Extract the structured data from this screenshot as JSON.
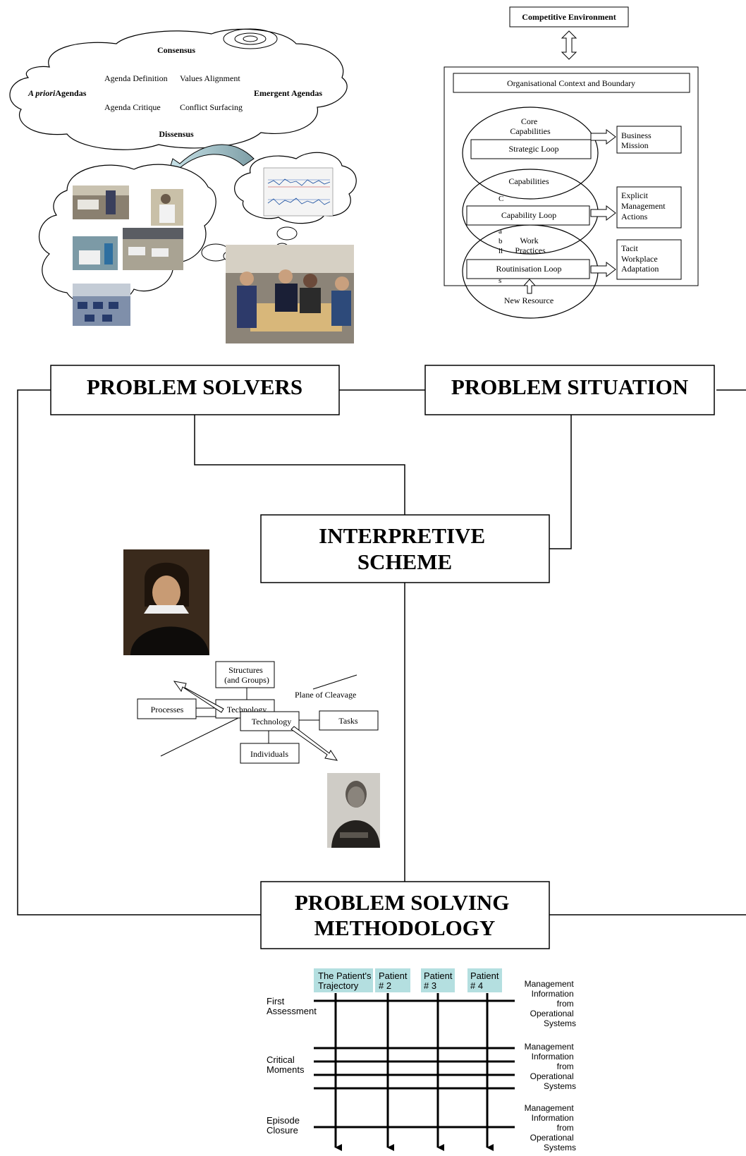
{
  "agendas": {
    "consensus": "Consensus",
    "dissensus": "Dissensus",
    "a_priori_italic": "A priori",
    "a_priori_rest": "Agendas",
    "emergent": "Emergent Agendas",
    "agenda_definition": "Agenda Definition",
    "values_alignment": "Values Alignment",
    "agenda_critique": "Agenda Critique",
    "conflict_surfacing": "Conflict Surfacing"
  },
  "capability_model": {
    "competitive_environment": "Competitive Environment",
    "context": "Organisational Context and Boundary",
    "core_capabilities": [
      "Core",
      "Capabilities"
    ],
    "strategic_loop": "Strategic Loop",
    "capabilities": "Capabilities",
    "capability_loop": "Capability Loop",
    "work_practices": [
      "Work",
      "Practices"
    ],
    "routinisation_loop": "Routinisation Loop",
    "new_resource": "New Resource",
    "business_mission": [
      "Business",
      "Mission"
    ],
    "explicit_actions": [
      "Explicit",
      "Management",
      "Actions"
    ],
    "tacit_adaptation": [
      "Tacit",
      "Workplace",
      "Adaptation"
    ],
    "stray_letters": [
      "C",
      "a",
      "b",
      "il",
      "s"
    ]
  },
  "main_boxes": {
    "problem_solvers": "PROBLEM SOLVERS",
    "problem_situation": "PROBLEM SITUATION",
    "interpretive_line1": "INTERPRETIVE",
    "interpretive_line2": "SCHEME",
    "methodology_line1": "PROBLEM SOLVING",
    "methodology_line2": "METHODOLOGY"
  },
  "sociotech": {
    "structures": [
      "Structures",
      "(and Groups)"
    ],
    "plane_of_cleavage": "Plane of Cleavage",
    "processes": "Processes",
    "technology_back": "Technology",
    "technology": "Technology",
    "tasks": "Tasks",
    "individuals": "Individuals"
  },
  "trajectory": {
    "patients": [
      [
        "The Patient's",
        "Trajectory"
      ],
      [
        "Patient",
        "# 2"
      ],
      [
        "Patient",
        "# 3"
      ],
      [
        "Patient",
        "# 4"
      ]
    ],
    "left_labels": [
      [
        "First",
        "Assessment"
      ],
      [
        "Critical",
        "Moments"
      ],
      [
        "Episode",
        "Closure"
      ]
    ],
    "mis_label": [
      "Management",
      "Information",
      "from",
      "Operational",
      "Systems"
    ],
    "patient_fill": "#b4dfe0"
  }
}
